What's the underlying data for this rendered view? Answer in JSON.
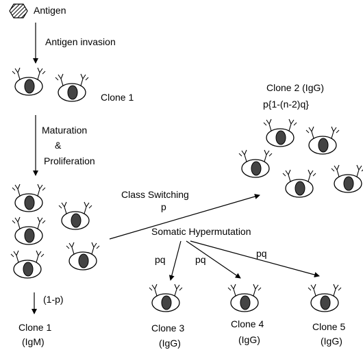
{
  "labels": {
    "antigen": "Antigen",
    "antigen_invasion": "Antigen invasion",
    "clone1_top": "Clone 1",
    "maturation": "Maturation",
    "ampersand": "&",
    "proliferation": "Proliferation",
    "class_switching": "Class Switching",
    "p": "p",
    "somatic_hypermutation": "Somatic Hypermutation",
    "pq_left": "pq",
    "pq_mid": "pq",
    "pq_right": "pq",
    "one_minus_p": "(1-p)",
    "clone1_bottom": "Clone 1",
    "igm": "(IgM)",
    "clone2": "Clone 2  (IgG)",
    "clone2_formula": "p{1-(n-2)q}",
    "clone3": "Clone 3",
    "clone3_type": "(IgG)",
    "clone4": "Clone 4",
    "clone4_type": "(IgG)",
    "clone5": "Clone 5",
    "clone5_type": "(IgG)"
  }
}
